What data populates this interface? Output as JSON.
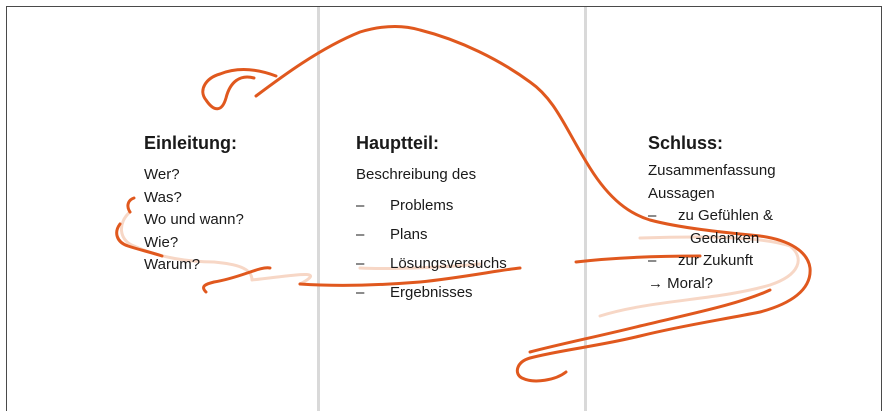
{
  "colors": {
    "outline": "#e0581e",
    "outline_faded": "#f7d7c6",
    "frame": "#4a4a4a",
    "divider": "#d9d9d9",
    "text": "#1a1a1a"
  },
  "einleitung": {
    "heading": "Einleitung:",
    "lines": [
      "Wer?",
      "Was?",
      "Wo und wann?",
      "Wie?",
      "Warum?"
    ]
  },
  "hauptteil": {
    "heading": "Hauptteil:",
    "intro": "Beschreibung des",
    "items": [
      "Problems",
      "Plans",
      "Lösungsversuchs",
      "Ergebnisses"
    ],
    "dash": "–"
  },
  "schluss": {
    "heading": "Schluss:",
    "line1": "Zusammenfassung",
    "line2": "Aussagen",
    "item1": "zu Gefühlen &",
    "item1_cont": "Gedanken",
    "item2": "zur Zukunft",
    "arrow": "→",
    "arrow_text": "Moral?",
    "dash": "–"
  },
  "icons": [
    "rat-outline-icon",
    "arrow-right-icon"
  ]
}
